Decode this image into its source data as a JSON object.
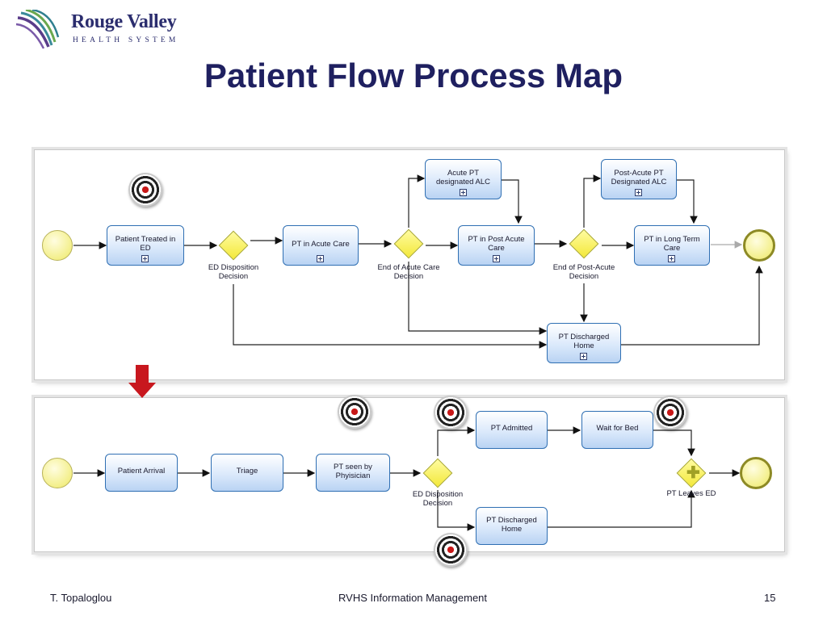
{
  "header": {
    "logo_name": "Rouge Valley",
    "logo_sub": "HEALTH SYSTEM",
    "title": "Patient Flow Process Map"
  },
  "diagram1": {
    "nodes": {
      "treated_ed": "Patient Treated in ED",
      "acute_care": "PT in Acute Care",
      "acute_alc": "Acute PT designated ALC",
      "post_acute_care": "PT in Post Acute Care",
      "post_acute_alc": "Post-Acute PT Designated ALC",
      "long_term_care": "PT in Long Term Care",
      "discharged_home": "PT Discharged Home"
    },
    "gateways": {
      "ed_disposition": "ED Disposition Decision",
      "end_acute": "End of Acute Care Decision",
      "end_post_acute": "End of Post-Acute Decision"
    }
  },
  "diagram2": {
    "nodes": {
      "arrival": "Patient Arrival",
      "triage": "Triage",
      "seen_physician": "PT seen by Phyisician",
      "admitted": "PT Admitted",
      "wait_bed": "Wait for Bed",
      "discharged_home": "PT Discharged Home"
    },
    "gateways": {
      "ed_disposition": "ED Disposition Decision",
      "leaves_ed": "PT Leaves ED"
    }
  },
  "footer": {
    "author": "T. Topaloglou",
    "department": "RVHS Information Management",
    "page": "15"
  },
  "colors": {
    "title": "#1f2060",
    "task_border": "#2f6fb3",
    "gateway_fill": "#f3e83a",
    "down_arrow": "#c8171e"
  },
  "icons": [
    "target-icon",
    "down-arrow-icon",
    "expand-plus-icon",
    "leaf-logo-icon"
  ]
}
